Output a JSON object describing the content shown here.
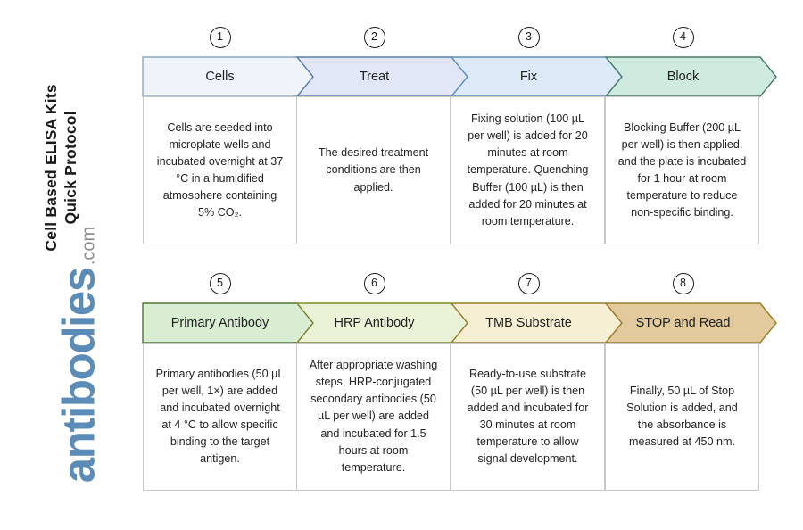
{
  "document": {
    "title_line_1": "Cell Based ELISA Kits",
    "title_line_2": "Quick Protocol",
    "title": "Cell Based ELISA Kits\nQuick Protocol"
  },
  "brand": {
    "name": "antibodies",
    "tld": ".com",
    "name_color": "#5b8cb8",
    "tld_color": "#8d8d8d"
  },
  "flow": {
    "rows": [
      {
        "steps": [
          {
            "number": "1",
            "label": "Cells",
            "fill": "#eef4f9",
            "stroke": "#8aa8c4",
            "text": "Cells are seeded into microplate wells and incubated overnight at 37 °C in a humidified atmosphere containing 5% CO₂."
          },
          {
            "number": "2",
            "label": "Treat",
            "fill": "#e2e7f8",
            "stroke": "#5b7fb5",
            "text": "The desired treatment conditions are then applied."
          },
          {
            "number": "3",
            "label": "Fix",
            "fill": "#dce9f6",
            "stroke": "#5b8fc0",
            "text": "Fixing solution (100 µL per well) is added for 20 minutes at room temperature. Quenching Buffer (100 µL) is then added for 20 minutes at room temperature."
          },
          {
            "number": "4",
            "label": "Block",
            "fill": "#cfeade",
            "stroke": "#4c7a6b",
            "text": "Blocking Buffer (200 µL per well) is then applied, and the plate is incubated for 1 hour at room temperature to reduce non-specific binding."
          }
        ]
      },
      {
        "steps": [
          {
            "number": "5",
            "label": "Primary Antibody",
            "fill": "#d9edd2",
            "stroke": "#4c7a33",
            "text": "Primary antibodies (50 µL per well, 1×) are added and incubated overnight at 4 °C to allow specific binding to the target antigen."
          },
          {
            "number": "6",
            "label": "HRP Antibody",
            "fill": "#eaf3d8",
            "stroke": "#7e8a2e",
            "text": "After appropriate washing steps, HRP-conjugated secondary antibodies (50 µL per well) are added and incubated for 1.5 hours at room temperature."
          },
          {
            "number": "7",
            "label": "TMB Substrate",
            "fill": "#f6efd3",
            "stroke": "#9a7c2c",
            "text": "Ready-to-use substrate (50 µL per well) is then added and incubated for 30 minutes at room temperature to allow signal development."
          },
          {
            "number": "8",
            "label": "STOP and Read",
            "fill": "#e2ca9c",
            "stroke": "#9a7c2c",
            "text": "Finally, 50 µL of Stop Solution is added, and the absorbance is measured at 450 nm."
          }
        ]
      }
    ]
  }
}
